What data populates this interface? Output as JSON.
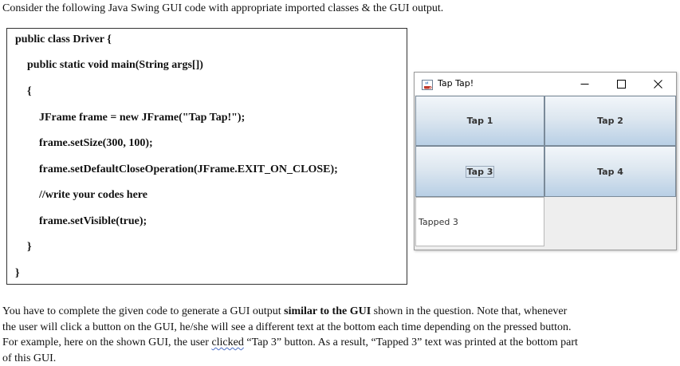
{
  "intro_text": "Consider the following Java Swing GUI code with appropriate imported classes & the GUI output.",
  "code_lines": [
    "public class Driver {",
    "public static void main(String args[])",
    "{",
    "JFrame frame = new JFrame(\"Tap Tap!\");",
    "frame.setSize(300, 100);",
    "frame.setDefaultCloseOperation(JFrame.EXIT_ON_CLOSE);",
    "//write your codes here",
    "frame.setVisible(true);",
    "}",
    "}"
  ],
  "window": {
    "title": "Tap Tap!",
    "icon": "java-coffee-cup-icon",
    "minimize_glyph": "—",
    "close_glyph": "✕",
    "buttons": [
      {
        "label": "Tap 1",
        "focused": false
      },
      {
        "label": "Tap 2",
        "focused": false
      },
      {
        "label": "Tap 3",
        "focused": true
      },
      {
        "label": "Tap 4",
        "focused": false
      }
    ],
    "status_text": "Tapped 3"
  },
  "question": {
    "line1_a": "You have to complete the given code to generate a GUI output ",
    "line1_bold": "similar to the GUI",
    "line1_b": " shown in the question. Note that, whenever",
    "line2": "the user will click a button on the GUI, he/she will see a different text at the bottom each time depending on the pressed button.",
    "line3_a": "For example, here on the shown GUI, the user ",
    "line3_squiggle": "clicked",
    "line3_b": " “Tap 3” button. As a result, “Tapped 3” text was printed at the bottom part",
    "line4": "of this GUI."
  },
  "colors": {
    "button_top": "#f2f6fa",
    "button_bottom": "#b8cfe5",
    "button_border": "#7a8a99",
    "window_bg": "#eeeeee",
    "spell_squiggle": "#4a6fc7"
  }
}
